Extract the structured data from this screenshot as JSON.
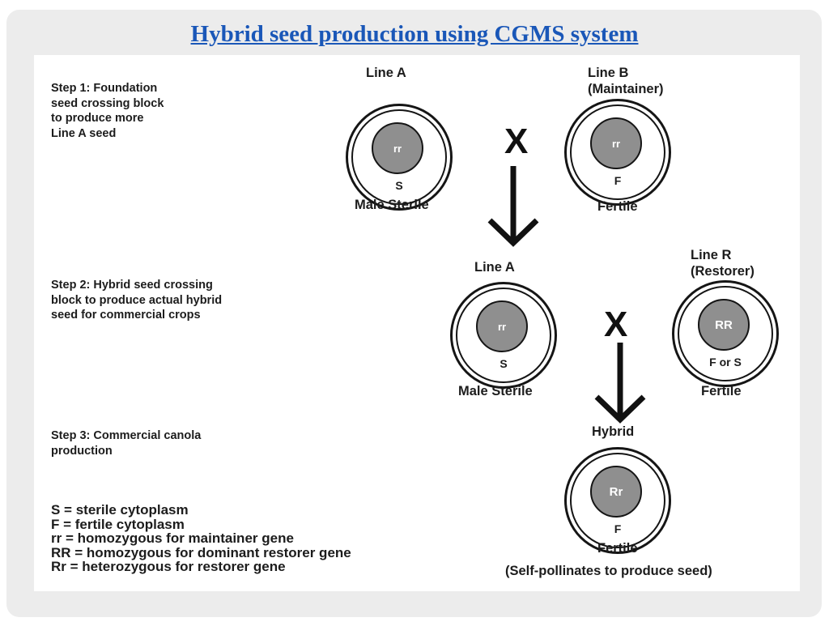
{
  "title": "Hybrid seed production using CGMS system",
  "steps": {
    "step1": [
      "Step 1: Foundation",
      "seed crossing block",
      "to produce more",
      "Line A seed"
    ],
    "step2": [
      "Step 2: Hybrid seed crossing",
      "block to produce actual hybrid",
      "seed for commercial crops"
    ],
    "step3": [
      "Step 3: Commercial canola",
      "production"
    ]
  },
  "cells": {
    "step1_line_a": {
      "label": [
        "Line A"
      ],
      "nucleus": "rr",
      "cytoplasm": "S",
      "status": "Male Sterile"
    },
    "step1_line_b": {
      "label": [
        "Line B",
        "(Maintainer)"
      ],
      "nucleus": "rr",
      "cytoplasm": "F",
      "status": "Fertile"
    },
    "step2_line_a": {
      "label": [
        "Line A"
      ],
      "nucleus": "rr",
      "cytoplasm": "S",
      "status": "Male Sterile"
    },
    "step2_line_r": {
      "label": [
        "Line R",
        "(Restorer)"
      ],
      "nucleus": "RR",
      "cytoplasm": "F or S",
      "status": "Fertile"
    },
    "hybrid": {
      "label": [
        "Hybrid"
      ],
      "nucleus": "Rr",
      "cytoplasm": "F",
      "status": "Fertile",
      "note": "(Self-pollinates to produce seed)"
    }
  },
  "cross_symbol": "X",
  "legend": [
    "S = sterile cytoplasm",
    "F = fertile cytoplasm",
    "rr = homozygous for maintainer gene",
    "RR = homozygous for dominant restorer gene",
    "Rr = heterozygous for restorer gene"
  ]
}
